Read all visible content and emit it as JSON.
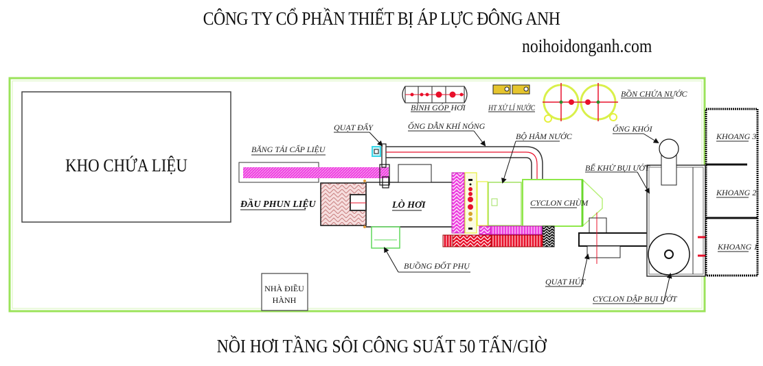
{
  "header": {
    "company_name": "CÔNG TY CỔ PHẦN THIẾT BỊ ÁP LỰC ĐÔNG ANH",
    "website": "noihoidonganh.com"
  },
  "diagram": {
    "storage_label": "KHO CHỨA LIỆU",
    "office_label_line1": "NHÀ ĐIỀU",
    "office_label_line2": "HÀNH",
    "labels": {
      "conveyor": "BĂNG TẢI CẤP LIỆU",
      "feeder_head": "ĐẦU PHUN LIỆU",
      "forced_fan": "QUẠT ĐẨY",
      "hot_air_duct": "ỐNG DẪN KHÍ NÓNG",
      "economizer": "BỘ HÂM NƯỚC",
      "steam_header": "BÌNH GÓP HƠI",
      "water_treatment": "HT XỬ LÍ NƯỚC",
      "water_tank": "BỒN CHỨA NƯỚC",
      "chimney": "ỐNG KHÓI",
      "wet_scrubber_tank": "BỂ KHỬ BỤI ƯỚT",
      "boiler": "LÒ HƠI",
      "multi_cyclone": "CYCLON CHÙM",
      "aux_chamber": "BUỒNG ĐỐT PHỤ",
      "induced_fan": "QUẠT HÚT",
      "wet_cyclone": "CYCLON DẬP BỤI ƯỚT",
      "bay_3": "KHOANG 3",
      "bay_2": "KHOANG 2",
      "bay_1": "KHOANG 1"
    },
    "colors": {
      "frame": "#9be35a",
      "pink": "#ee3fe0",
      "red": "#e8102a",
      "yellow": "#e6f03c",
      "cyan": "#3ad7e8",
      "green": "#5fd85a",
      "brick": "#f3d5d5"
    }
  },
  "footer": {
    "caption": "NỒI HƠI TẦNG SÔI  CÔNG SUẤT 50 TẤN/GIỜ"
  }
}
